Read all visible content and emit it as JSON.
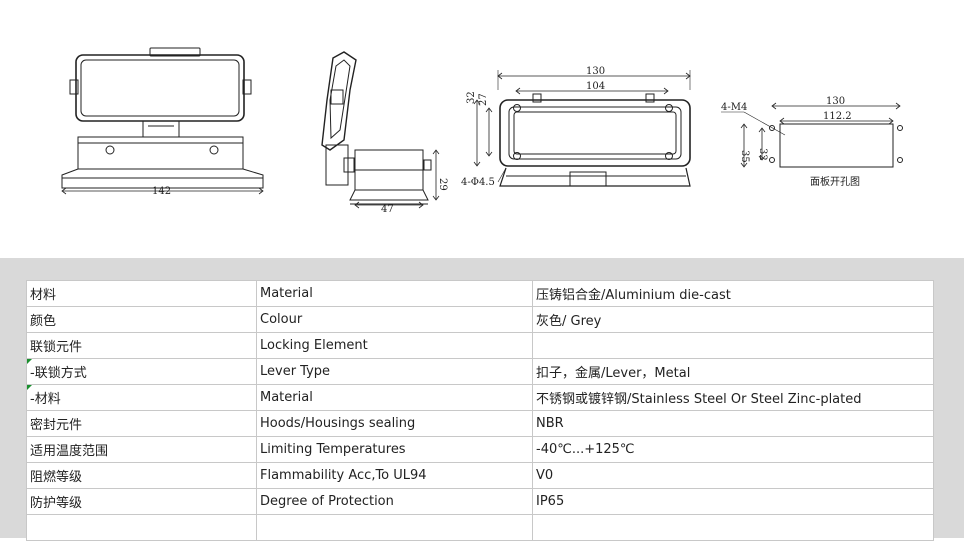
{
  "drawing": {
    "dims": {
      "front_width": "142",
      "side_width": "47",
      "side_height": "29",
      "top_outer_width": "130",
      "top_inner_width": "104",
      "top_outer_height": "32",
      "top_inner_height": "27",
      "hole_callout": "4-Φ4.5",
      "panel_thread": "4-M4",
      "panel_outer_width": "130",
      "panel_inner_width": "112.2",
      "panel_outer_height": "35",
      "panel_inner_height": "32"
    },
    "panel_caption": "面板开孔图"
  },
  "spec": {
    "rows": [
      {
        "cn": "材料",
        "en": "Material",
        "value": "压铸铝合金/Aluminium die-cast",
        "marked": false
      },
      {
        "cn": "颜色",
        "en": "Colour",
        "value": "灰色/ Grey",
        "marked": false
      },
      {
        "cn": "联锁元件",
        "en": "Locking Element",
        "value": "",
        "marked": false
      },
      {
        "cn": " -联锁方式",
        "en": "Lever Type",
        "value": "扣子，金属/Lever，Metal",
        "marked": true
      },
      {
        "cn": " -材料",
        "en": "Material",
        "value": "不锈钢或镀锌钢/Stainless Steel Or Steel Zinc-plated",
        "marked": true
      },
      {
        "cn": "密封元件",
        "en": "Hoods/Housings sealing",
        "value": "NBR",
        "marked": false
      },
      {
        "cn": "适用温度范围",
        "en": "Limiting Temperatures",
        "value": "-40℃...+125℃",
        "marked": false
      },
      {
        "cn": "阻燃等级",
        "en": "Flammability Acc,To UL94",
        "value": "V0",
        "marked": false
      },
      {
        "cn": "防护等级",
        "en": "Degree of Protection",
        "value": "IP65",
        "marked": false
      }
    ]
  }
}
